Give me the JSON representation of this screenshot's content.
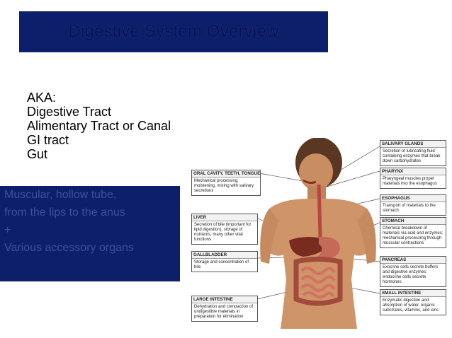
{
  "title": "Digestive System Overview",
  "aka": {
    "label": "AKA:",
    "names": [
      "Digestive Tract",
      "Alimentary Tract or Canal",
      "GI tract",
      "Gut"
    ]
  },
  "note": {
    "lines": [
      "Muscular, hollow tube,",
      "from the lips to the anus",
      "+",
      "Various accessory organs"
    ]
  },
  "figure": {
    "callouts_left": [
      {
        "heading": "ORAL CAVITY, TEETH, TONGUE",
        "body": "Mechanical processing, moistening, mixing with salivary secretions"
      },
      {
        "heading": "LIVER",
        "body": "Secretion of bile (important for lipid digestion), storage of nutrients, many other vital functions"
      },
      {
        "heading": "GALLBLADDER",
        "body": "Storage and concentration of bile"
      },
      {
        "heading": "LARGE INTESTINE",
        "body": "Dehydration and compaction of undigestible materials in preparation for elimination"
      }
    ],
    "callouts_right": [
      {
        "heading": "SALIVARY GLANDS",
        "body": "Secretion of lubricating fluid containing enzymes that break down carbohydrates"
      },
      {
        "heading": "PHARYNX",
        "body": "Pharyngeal muscles propel materials into the esophagus"
      },
      {
        "heading": "ESOPHAGUS",
        "body": "Transport of materials to the stomach"
      },
      {
        "heading": "STOMACH",
        "body": "Chemical breakdown of materials via acid and enzymes; mechanical processing through muscular contractions"
      },
      {
        "heading": "PANCREAS",
        "body": "Exocrine cells secrete buffers and digestive enzymes; endocrine cells secrete hormones"
      },
      {
        "heading": "SMALL INTESTINE",
        "body": "Enzymatic digestion and absorption of water, organic substrates, vitamins, and ions"
      }
    ]
  }
}
